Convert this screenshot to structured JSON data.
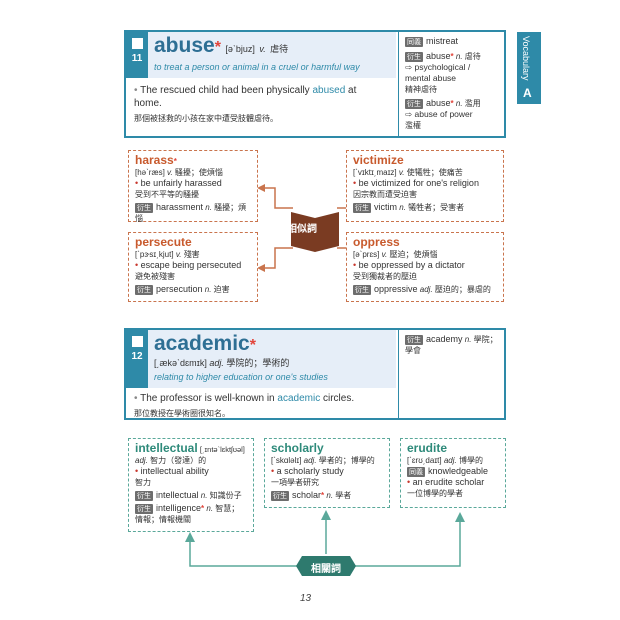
{
  "sidebar_tab": {
    "label": "Vocabulary",
    "letter": "A"
  },
  "entry1": {
    "number": "11",
    "word": "abuse",
    "ipa": "[əˋbjuz]",
    "pos": "v.",
    "zh": "虐待",
    "definition": "to treat a person or animal in a cruel or harmful way",
    "example": "The rescued child had been physically abused at home.",
    "example_pre": "The rescued child had been physically ",
    "example_hl": "abused",
    "example_post": " at home.",
    "example_zh": "那個被拯救的小孩在家中遭受肢體虐待。",
    "side": {
      "syn_tag": "同義",
      "syn": "mistreat",
      "d1_tag": "衍生",
      "d1_word": "abuse",
      "d1_pos": "n.",
      "d1_zh": "虐待",
      "d1_arrow": "⇨ psychological / mental abuse",
      "d1_arrow_zh": "精神虐待",
      "d2_tag": "衍生",
      "d2_word": "abuse",
      "d2_pos": "n.",
      "d2_zh": "濫用",
      "d2_arrow": "⇨ abuse of power",
      "d2_arrow_zh": "濫權"
    }
  },
  "similar_label": "相似詞",
  "harass": {
    "word": "harass",
    "ipa": "[həˋræs]",
    "pos": "v.",
    "zh": "騷擾；使煩惱",
    "ex": "be unfairly harassed",
    "ex_zh": "受到不平等的騷擾",
    "d_tag": "衍生",
    "d_word": "harassment",
    "d_pos": "n.",
    "d_zh": "騷擾；煩惱"
  },
  "victimize": {
    "word": "victimize",
    "ipa": "[ˋvɪktɪ͵maɪz]",
    "pos": "v.",
    "zh": "使犧牲；使痛苦",
    "ex": "be victimized for one's religion",
    "ex_zh": "因宗教而遭受迫害",
    "d_tag": "衍生",
    "d_word": "victim",
    "d_pos": "n.",
    "d_zh": "犧牲者；受害者"
  },
  "persecute": {
    "word": "persecute",
    "ipa": "[ˋpɝsɪ͵kjut]",
    "pos": "v.",
    "zh": "殘害",
    "ex": "escape being persecuted",
    "ex_zh": "避免被殘害",
    "d_tag": "衍生",
    "d_word": "persecution",
    "d_pos": "n.",
    "d_zh": "迫害"
  },
  "oppress": {
    "word": "oppress",
    "ipa": "[əˋprɛs]",
    "pos": "v.",
    "zh": "壓迫；使煩惱",
    "ex": "be oppressed by a dictator",
    "ex_zh": "受到獨裁者的壓迫",
    "d_tag": "衍生",
    "d_word": "oppressive",
    "d_pos": "adj.",
    "d_zh": "壓迫的；暴虐的"
  },
  "entry2": {
    "number": "12",
    "word": "academic",
    "ipa": "[͵ækəˋdɛmɪk]",
    "pos": "adj.",
    "zh": "學院的；學術的",
    "definition": "relating to higher education or one's studies",
    "example_pre": "The professor is well-known in ",
    "example_hl": "academic",
    "example_post": " circles.",
    "example_zh": "那位教授在學術圈很知名。",
    "side": {
      "d_tag": "衍生",
      "d_word": "academy",
      "d_pos": "n.",
      "d_zh": "學院；學會"
    }
  },
  "related_label": "相關詞",
  "intellectual": {
    "word": "intellectual",
    "ipa": "[͵ɪntəˋlɛktʃʊəl]",
    "pos": "adj.",
    "zh": "智力（發達）的",
    "ex": "intellectual ability",
    "ex_zh": "智力",
    "d1_tag": "衍生",
    "d1_word": "intellectual",
    "d1_pos": "n.",
    "d1_zh": "知識份子",
    "d2_tag": "衍生",
    "d2_word": "intelligence",
    "d2_pos": "n.",
    "d2_zh": "智慧；情報；情報機關"
  },
  "scholarly": {
    "word": "scholarly",
    "ipa": "[ˋskɑləlɪ]",
    "pos": "adj.",
    "zh": "學者的；博學的",
    "ex": "a scholarly study",
    "ex_zh": "一項學者研究",
    "d_tag": "衍生",
    "d_word": "scholar",
    "d_pos": "n.",
    "d_zh": "學者"
  },
  "erudite": {
    "word": "erudite",
    "ipa": "[ˋɛrʊ͵daɪt]",
    "pos": "adj.",
    "zh": "博學的",
    "syn_tag": "同義",
    "syn": "knowledgeable",
    "ex": "an erudite scholar",
    "ex_zh": "一位博學的學者"
  },
  "page_number": "13"
}
